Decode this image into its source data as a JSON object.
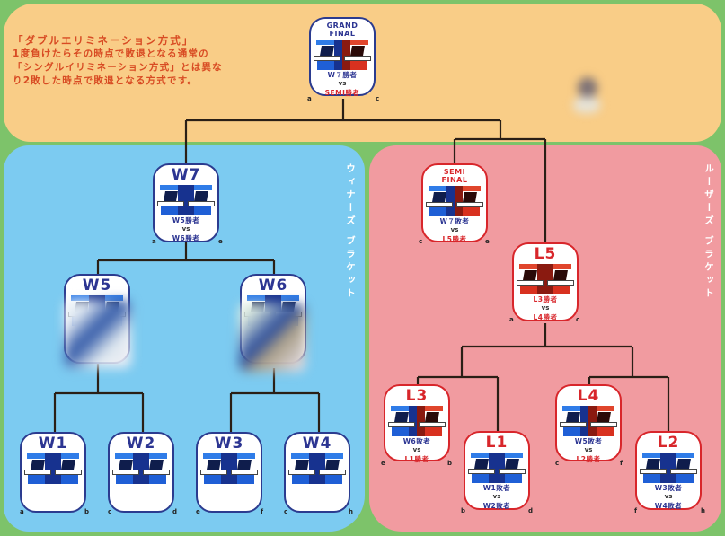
{
  "description": {
    "title": "「ダブルエリミネーション方式」",
    "lines": [
      "1度負けたらその時点で敗退となる通常の",
      "「シングルイリミネーション方式」とは異な",
      "り2敗した時点で敗退となる方式です。"
    ]
  },
  "brackets": {
    "winners_label": "ウィナーズ ブラケット",
    "losers_label": "ルーザーズ ブラケット"
  },
  "colors": {
    "background": "#7dc36a",
    "top_panel": "#f9cd87",
    "winners_panel": "#7ccbf1",
    "losers_panel": "#f19ba0",
    "navy": "#2c3592",
    "red": "#d8262b",
    "connector": "#2a1f16"
  },
  "matches": {
    "grand_final": {
      "name_line1": "GRAND",
      "name_line2": "FINAL",
      "line1": "W７勝者",
      "vs": "vs",
      "line2": "SEMI勝者",
      "left_corner": "a",
      "right_corner": "c"
    },
    "w7": {
      "name": "W7",
      "line1": "W5勝者",
      "vs": "vs",
      "line2": "W6勝者",
      "left_corner": "a",
      "right_corner": "e"
    },
    "w5": {
      "name": "W5"
    },
    "w6": {
      "name": "W6"
    },
    "w1": {
      "name": "W1",
      "left_corner": "a",
      "right_corner": "b"
    },
    "w2": {
      "name": "W2",
      "left_corner": "c",
      "right_corner": "d"
    },
    "w3": {
      "name": "W3",
      "left_corner": "e",
      "right_corner": "f"
    },
    "w4": {
      "name": "W4",
      "left_corner": "c",
      "right_corner": "h"
    },
    "semi_final": {
      "name_line1": "SEMI",
      "name_line2": "FINAL",
      "line1": "W７敗者",
      "vs": "vs",
      "line2": "L5勝者",
      "left_corner": "c",
      "right_corner": "e"
    },
    "l5": {
      "name": "L5",
      "line1": "L3勝者",
      "vs": "vs",
      "line2": "L4勝者",
      "left_corner": "a",
      "right_corner": "c"
    },
    "l3": {
      "name": "L3",
      "line1": "W6敗者",
      "vs": "vs",
      "line2": "L1勝者",
      "left_corner": "e",
      "right_corner": "b"
    },
    "l1": {
      "name": "L1",
      "line1": "W1敗者",
      "vs": "vs",
      "line2": "W2敗者",
      "left_corner": "b",
      "right_corner": "d"
    },
    "l4": {
      "name": "L4",
      "line1": "W5敗者",
      "vs": "vs",
      "line2": "L2勝者",
      "left_corner": "c",
      "right_corner": "f"
    },
    "l2": {
      "name": "L2",
      "line1": "W3敗者",
      "vs": "vs",
      "line2": "W4敗者",
      "left_corner": "f",
      "right_corner": "h"
    }
  }
}
